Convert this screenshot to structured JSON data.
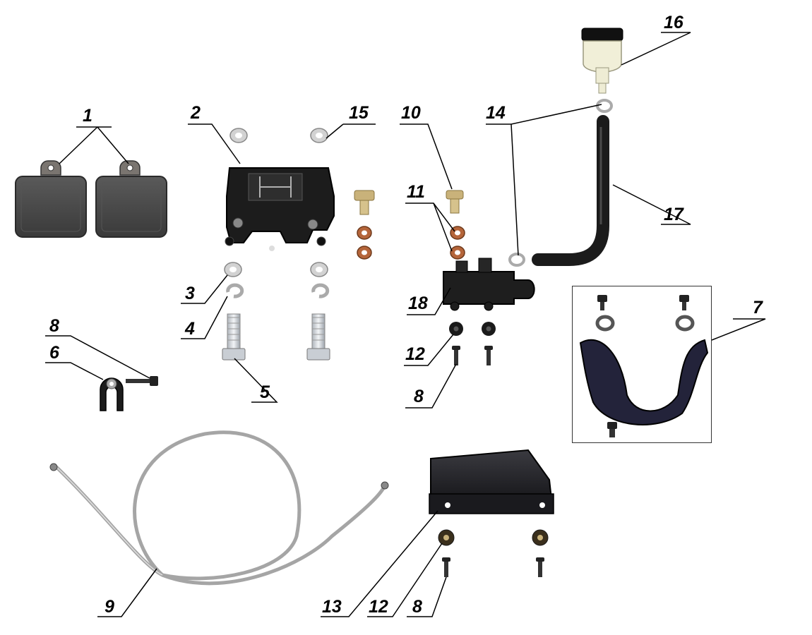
{
  "callouts": {
    "c1": "1",
    "c2": "2",
    "c3": "3",
    "c4": "4",
    "c5": "5",
    "c6": "6",
    "c7": "7",
    "c8_left": "8",
    "c8_mid": "8",
    "c8_bottom": "8",
    "c9": "9",
    "c10": "10",
    "c11": "11",
    "c12_mid": "12",
    "c12_bottom": "12",
    "c13": "13",
    "c14": "14",
    "c15": "15",
    "c16": "16",
    "c17": "17",
    "c18": "18"
  },
  "colors": {
    "pad": "#4a4a4a",
    "pad_backing": "#6e6a66",
    "caliper": "#1c1c1c",
    "washer": "#c8c8c8",
    "copper": "#b5653a",
    "brass": "#c9b27a",
    "bolt": "#d7dbe0",
    "hose": "#1b1b1b",
    "reservoir": "#f1efd8",
    "braided": "#9a9a9a",
    "bracket": "#222226",
    "guard": "#23233a",
    "line": "#000000"
  },
  "icons": {
    "brake_pads": "brake-pad-icon",
    "caliper": "brake-caliper-icon",
    "washer": "washer-icon",
    "bolt": "bolt-icon",
    "clamp": "p-clamp-icon",
    "braided_line": "brake-line-icon",
    "reservoir": "fluid-reservoir-icon",
    "hose": "hose-icon",
    "master_cylinder": "master-cylinder-icon",
    "bracket": "mounting-bracket-icon",
    "guard": "guard-icon"
  }
}
